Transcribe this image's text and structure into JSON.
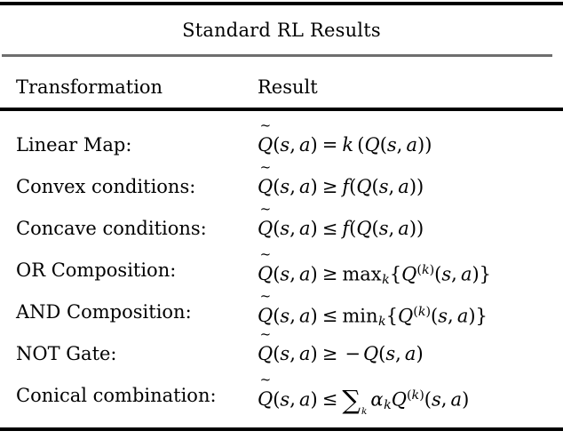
{
  "table": {
    "caption": "Standard RL Results",
    "columns": [
      {
        "key": "transformation",
        "header": "Transformation"
      },
      {
        "key": "result",
        "header": "Result"
      }
    ],
    "rows": [
      {
        "transformation": "Linear Map:",
        "result_text": "Q̃(s, a) = k (Q(s, a))",
        "result_latex": "\\widetilde{Q}(s,a) = k\\,(Q(s,a))",
        "relation": "=",
        "parts": {
          "lhs": "Q̃(s, a)",
          "rhs": "k (Q(s, a))"
        }
      },
      {
        "transformation": "Convex conditions:",
        "result_text": "Q̃(s, a) ≥ f(Q(s, a))",
        "result_latex": "\\widetilde{Q}(s,a) \\geq f(Q(s,a))",
        "relation": "≥",
        "parts": {
          "lhs": "Q̃(s, a)",
          "rhs": "f(Q(s, a))"
        }
      },
      {
        "transformation": "Concave conditions:",
        "result_text": "Q̃(s, a) ≤ f(Q(s, a))",
        "result_latex": "\\widetilde{Q}(s,a) \\leq f(Q(s,a))",
        "relation": "≤",
        "parts": {
          "lhs": "Q̃(s, a)",
          "rhs": "f(Q(s, a))"
        }
      },
      {
        "transformation": "OR Composition:",
        "result_text": "Q̃(s, a) ≥ max_k{Q^(k)(s, a)}",
        "result_latex": "\\widetilde{Q}(s,a) \\geq \\max_k\\{Q^{(k)}(s,a)\\}",
        "relation": "≥",
        "parts": {
          "lhs": "Q̃(s, a)",
          "rhs": "max_k{Q^(k)(s, a)}"
        }
      },
      {
        "transformation": "AND Composition:",
        "result_text": "Q̃(s, a) ≤ min_k{Q^(k)(s, a)}",
        "result_latex": "\\widetilde{Q}(s,a) \\leq \\min_k\\{Q^{(k)}(s,a)\\}",
        "relation": "≤",
        "parts": {
          "lhs": "Q̃(s, a)",
          "rhs": "min_k{Q^(k)(s, a)}"
        }
      },
      {
        "transformation": "NOT Gate:",
        "result_text": "Q̃(s, a) ≥ −Q(s, a)",
        "result_latex": "\\widetilde{Q}(s,a) \\geq -Q(s,a)",
        "relation": "≥",
        "parts": {
          "lhs": "Q̃(s, a)",
          "rhs": "−Q(s, a)"
        }
      },
      {
        "transformation": "Conical combination:",
        "result_text": "Q̃(s, a) ≤ Σ_k α_k Q^(k)(s, a)",
        "result_latex": "\\widetilde{Q}(s,a) \\leq \\sum_k \\alpha_k Q^{(k)}(s,a)",
        "relation": "≤",
        "parts": {
          "lhs": "Q̃(s, a)",
          "rhs": "Σ_k α_k Q^(k)(s, a)"
        }
      }
    ],
    "symbols": {
      "q_tilde": "Q̃",
      "state": "s",
      "action": "a",
      "scalar": "k",
      "function": "f",
      "weight": "α",
      "sum": "Σ",
      "max": "max",
      "min": "min",
      "superscript_index": "(k)"
    },
    "style": {
      "rule_color": "#000000",
      "header_rule_color": "#6e6e6e",
      "text_color": "#000000",
      "background": "#ffffff"
    }
  }
}
